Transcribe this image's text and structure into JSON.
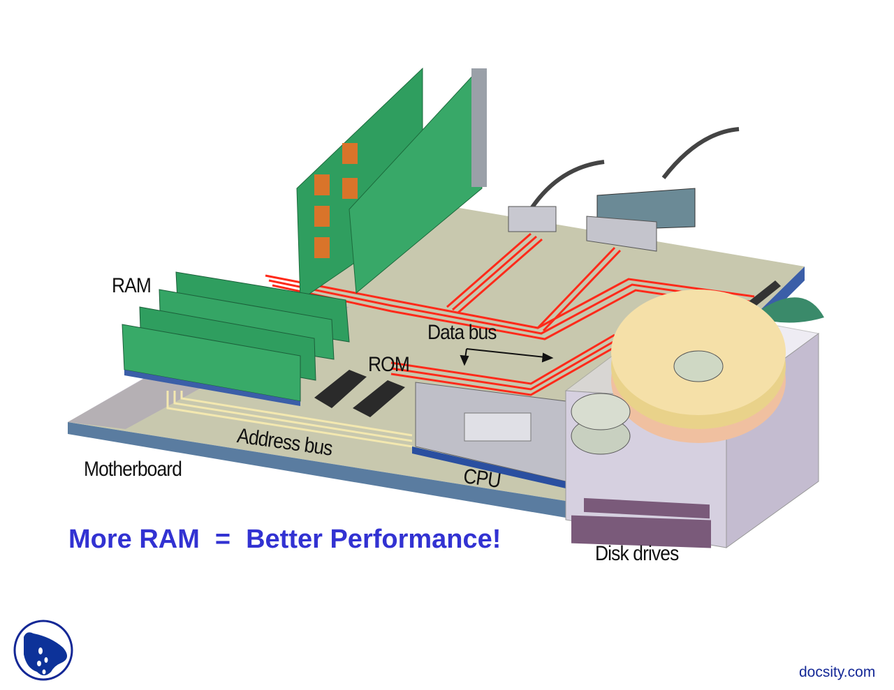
{
  "diagram": {
    "labels": {
      "ram": "RAM",
      "data_bus": "Data bus",
      "rom": "ROM",
      "address_bus": "Address bus",
      "cpu": "CPU",
      "motherboard": "Motherboard",
      "disk_drives": "Disk drives"
    },
    "colors": {
      "bus_lines": "#ff2a1a",
      "board_top": "#c9c9b0",
      "board_edge": "#3b5ea8",
      "pcb_green": "#2f9e5f",
      "disk_platter": "#f5dca0",
      "disk_case": "#d6d0e0"
    }
  },
  "headline": {
    "left": "More RAM",
    "equals": "=",
    "right": "Better Performance!",
    "color": "#3232d2"
  },
  "footer": {
    "logo_icon": "docsity-logo-icon",
    "link": "docsity.com"
  }
}
